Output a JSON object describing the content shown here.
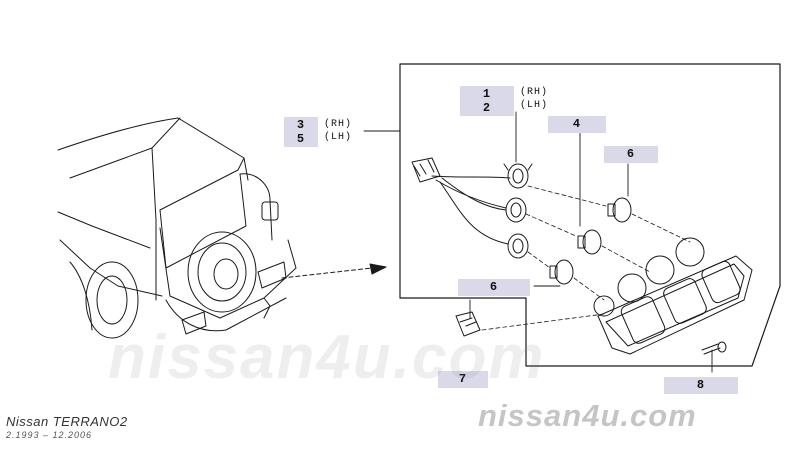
{
  "callouts": {
    "c1": {
      "primary": "1",
      "secondary": "2"
    },
    "c3": {
      "primary": "3",
      "secondary": "5"
    },
    "c4": "4",
    "c6_upper": "6",
    "c6_lower": "6",
    "c7": "7",
    "c8": "8"
  },
  "side_labels": {
    "rh": "(RH)",
    "lh": "(LH)"
  },
  "caption": {
    "model": "Nissan TERRANO2",
    "years": "2.1993 – 12.2006"
  },
  "watermark": {
    "main": "nissan4u.com",
    "corner": "nissan4u.com"
  },
  "colors": {
    "line": "#1a1a1a",
    "callout_bg": "#d9d9ea"
  }
}
